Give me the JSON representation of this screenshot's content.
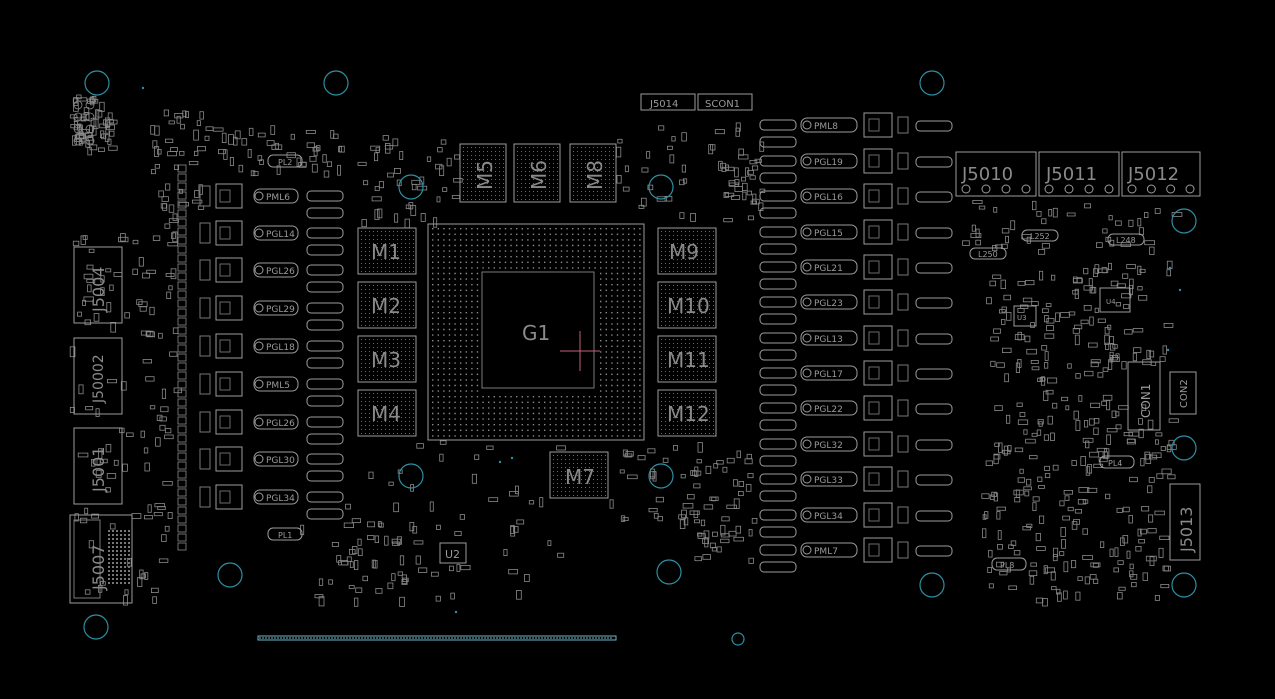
{
  "colors": {
    "background": "#000000",
    "outline": "#9c9c9c",
    "label": "#8a8a8a",
    "mount_hole": "#2f8fa3",
    "crosshair": "#c0607a",
    "edge_connector": "#6fb7c7"
  },
  "gpu": {
    "label": "G1"
  },
  "memory": {
    "left": [
      "M1",
      "M2",
      "M3",
      "M4"
    ],
    "right": [
      "M9",
      "M10",
      "M11",
      "M12"
    ],
    "top": [
      "M5",
      "M6",
      "M8"
    ],
    "bottom": [
      "M7"
    ]
  },
  "connectors": {
    "top_small": [
      "J5014",
      "SCON1"
    ],
    "left": [
      "J5004",
      "J50002",
      "J5001",
      "J5007"
    ],
    "top_right": [
      "J5010",
      "J5011",
      "J5012"
    ],
    "right": [
      "J5013"
    ],
    "right_mid": [
      "CON1",
      "CON2"
    ]
  },
  "inductors": {
    "left": [
      "PML6",
      "PGL14",
      "PGL26",
      "PGL29",
      "PGL18",
      "PML5",
      "PGL26",
      "PGL30",
      "PGL34"
    ],
    "right": [
      "PML8",
      "PGL19",
      "PGL16",
      "PGL15",
      "PGL21",
      "PGL23",
      "PGL13",
      "PGL17",
      "PGL22",
      "PGL32",
      "PGL33",
      "PGL34",
      "PML7"
    ],
    "misc": [
      "PL2",
      "PL1",
      "PL4",
      "PL8",
      "L252",
      "L250",
      "L248"
    ]
  },
  "ics": [
    "U2",
    "U3",
    "U4"
  ]
}
